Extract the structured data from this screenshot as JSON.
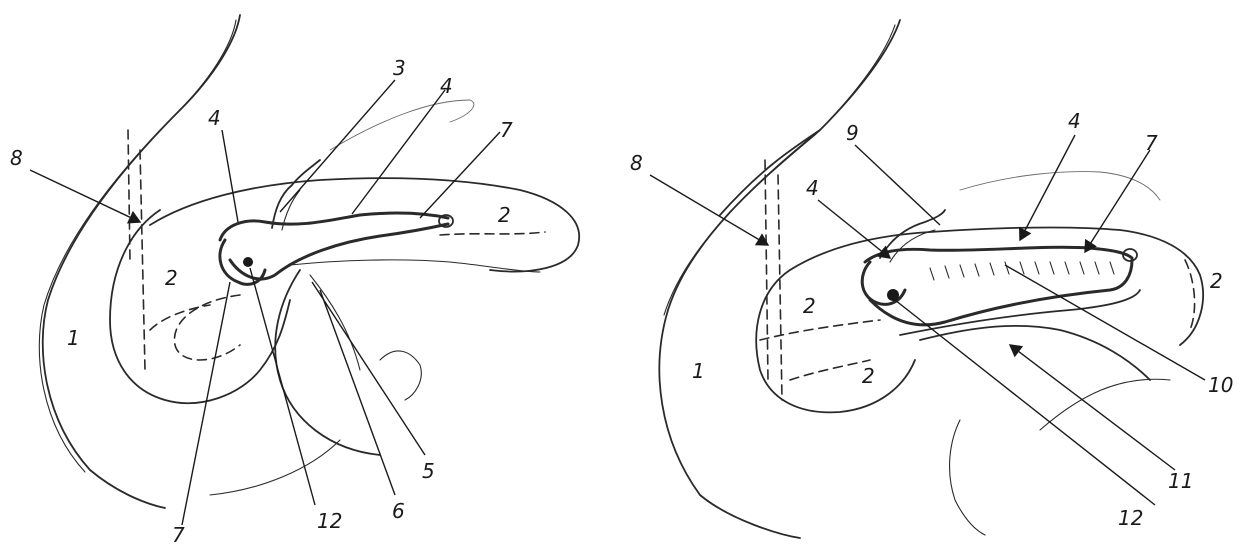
{
  "figures": [
    {
      "id": "left",
      "labels": [
        "8",
        "4",
        "3",
        "4",
        "7",
        "2",
        "2",
        "1",
        "7",
        "12",
        "6",
        "5"
      ]
    },
    {
      "id": "right",
      "labels": [
        "8",
        "9",
        "4",
        "4",
        "7",
        "2",
        "2",
        "2",
        "1",
        "10",
        "11",
        "12"
      ]
    }
  ],
  "colors": {
    "ink": "#2a2a2a",
    "paper": "#ffffff"
  }
}
